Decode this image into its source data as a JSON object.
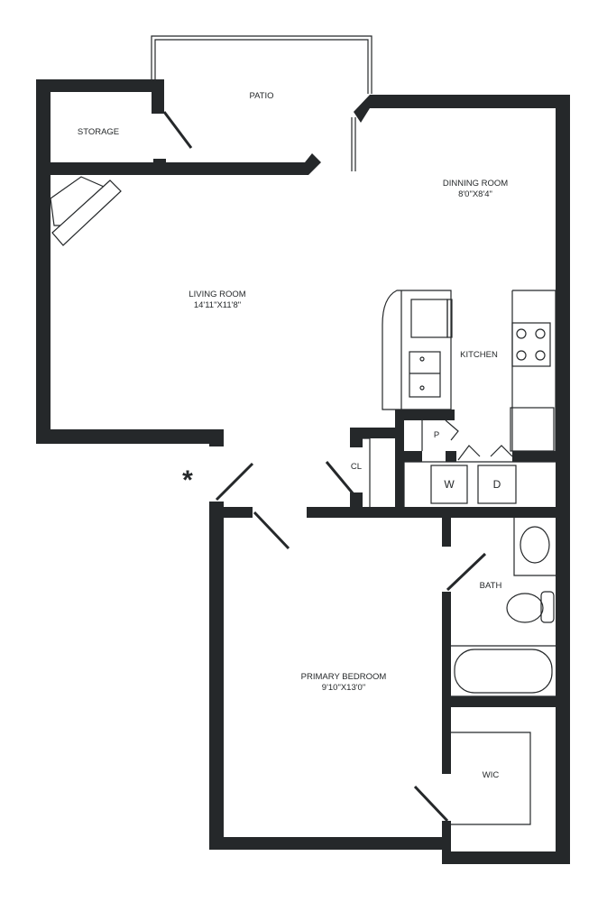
{
  "colors": {
    "wall": "#25282a",
    "fixture_line": "#25282a",
    "background": "#ffffff"
  },
  "rooms": [
    {
      "name": "STORAGE",
      "dims": ""
    },
    {
      "name": "PATIO",
      "dims": ""
    },
    {
      "name": "DINNING ROOM",
      "dims": "8'0\"X8'4\""
    },
    {
      "name": "LIVING ROOM",
      "dims": "14'11\"X11'8\""
    },
    {
      "name": "KITCHEN",
      "dims": ""
    },
    {
      "name": "CL",
      "dims": ""
    },
    {
      "name": "P",
      "dims": ""
    },
    {
      "name": "BATH",
      "dims": ""
    },
    {
      "name": "PRIMARY BEDROOM",
      "dims": "9'10\"X13'0\""
    },
    {
      "name": "WIC",
      "dims": ""
    }
  ],
  "appliances": {
    "washer": "W",
    "dryer": "D"
  },
  "entry_marker": "*"
}
